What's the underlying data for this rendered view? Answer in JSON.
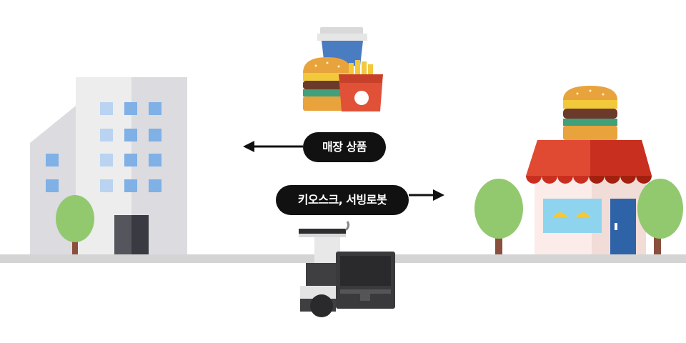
{
  "labels": {
    "store_products": "매장 상품",
    "kiosk_robot": "키오스크, 서빙로봇"
  },
  "flows": [
    {
      "label_key": "store_products",
      "direction": "left"
    },
    {
      "label_key": "kiosk_robot",
      "direction": "right"
    }
  ],
  "colors": {
    "ground": "#d4d4d4",
    "pill_background": "#111111",
    "pill_text": "#ffffff",
    "building_wall": "#ededed",
    "building_shadow": "#dcdbe0",
    "window": "#7fb0e6",
    "awning_red": "#e04a32",
    "store_door": "#2f63a8",
    "tree_green": "#92c96f",
    "tree_trunk": "#8b4f3e",
    "robot_dark": "#3a3a3c"
  },
  "icons": [
    "office-building-icon",
    "burger-fries-drink-icon",
    "burger-shop-icon",
    "kiosk-robot-icon",
    "tree-icon"
  ]
}
